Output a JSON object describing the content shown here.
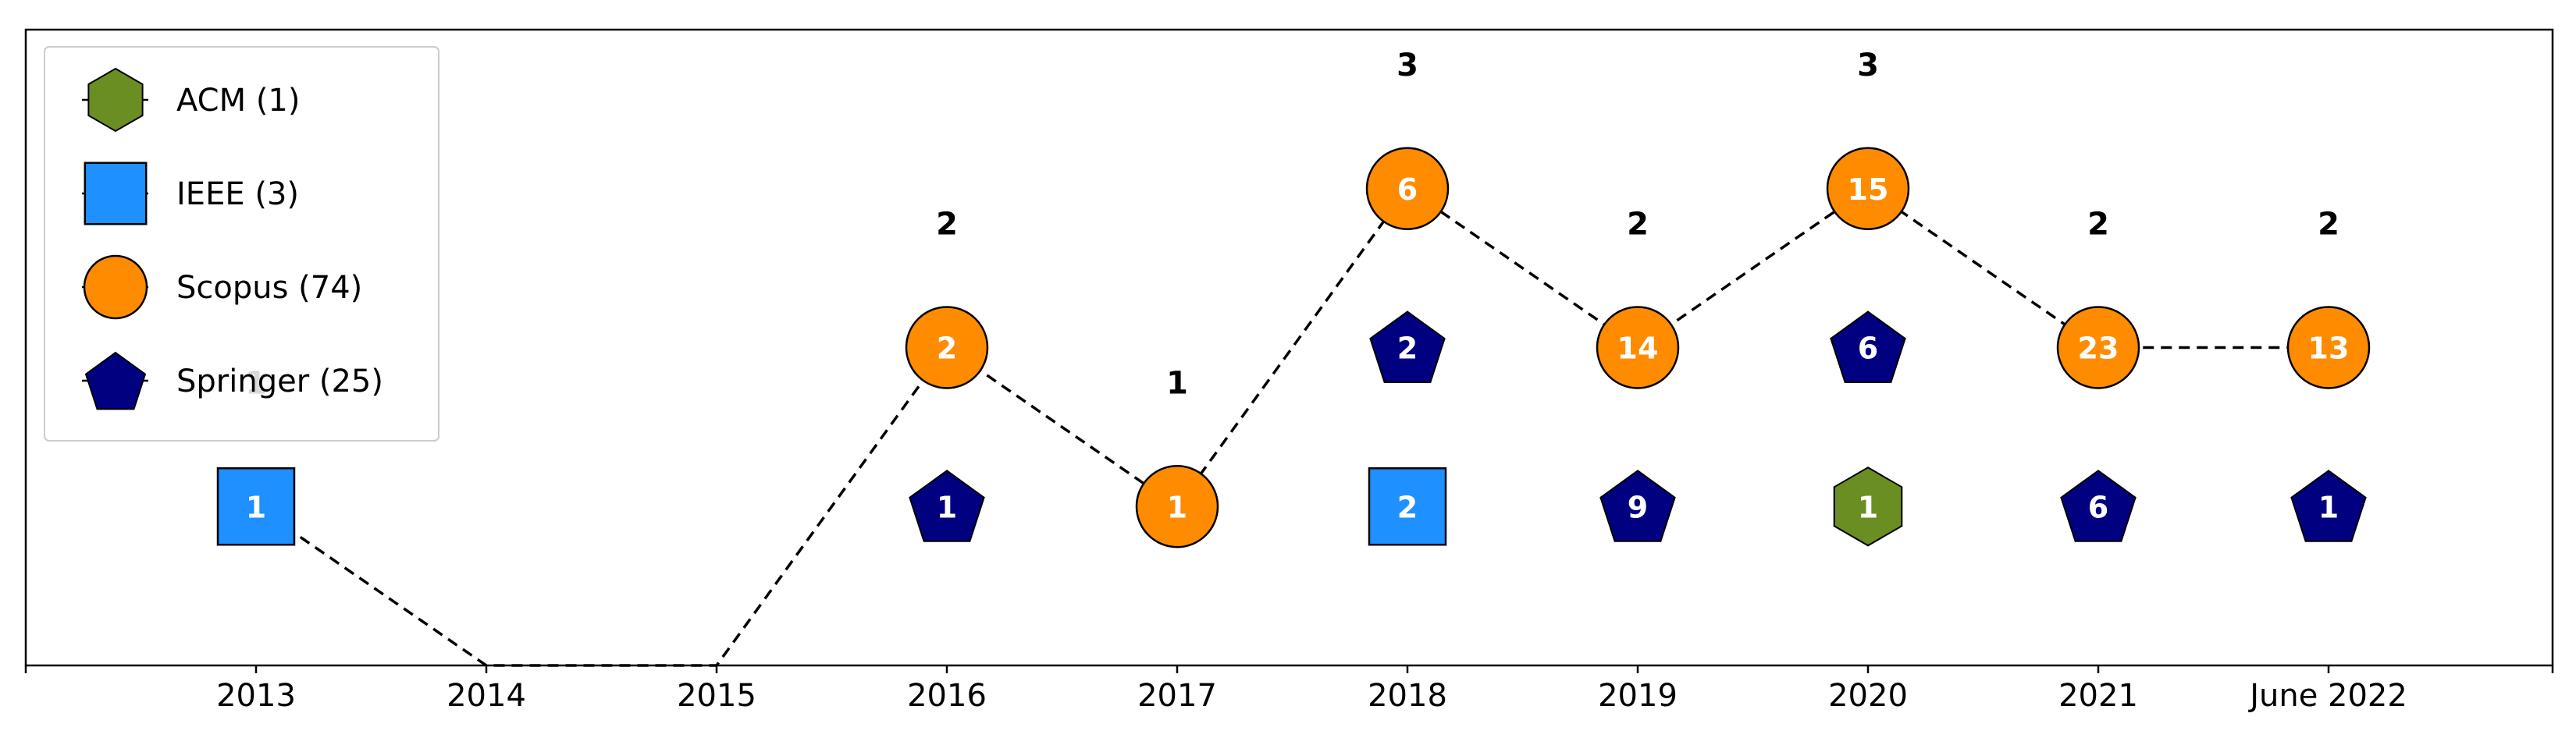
{
  "chart_data": {
    "type": "scatter",
    "categories": [
      "2013",
      "2014",
      "2015",
      "2016",
      "2017",
      "2018",
      "2019",
      "2020",
      "2021",
      "June 2022"
    ],
    "ylim": [
      0,
      4
    ],
    "grid": false,
    "legend_placement": "top-left",
    "total_sources_per_year": [
      1,
      0,
      0,
      2,
      1,
      3,
      2,
      3,
      2,
      2
    ],
    "series": [
      {
        "name": "ACM (1)",
        "marker": "hexagon",
        "color": "#6B8E23",
        "points": [
          {
            "x": "2020",
            "y": 1,
            "label": "1"
          }
        ]
      },
      {
        "name": "IEEE (3)",
        "marker": "square",
        "color": "#1E90FF",
        "points": [
          {
            "x": "2013",
            "y": 1,
            "label": "1"
          },
          {
            "x": "2018",
            "y": 1,
            "label": "2"
          }
        ]
      },
      {
        "name": "Scopus (74)",
        "marker": "circle",
        "color": "#FF8C00",
        "points": [
          {
            "x": "2016",
            "y": 2,
            "label": "2"
          },
          {
            "x": "2017",
            "y": 1,
            "label": "1"
          },
          {
            "x": "2018",
            "y": 3,
            "label": "6"
          },
          {
            "x": "2019",
            "y": 2,
            "label": "14"
          },
          {
            "x": "2020",
            "y": 3,
            "label": "15"
          },
          {
            "x": "2021",
            "y": 2,
            "label": "23"
          },
          {
            "x": "June 2022",
            "y": 2,
            "label": "13"
          }
        ]
      },
      {
        "name": "Springer (25)",
        "marker": "pentagon",
        "color": "#000080",
        "points": [
          {
            "x": "2016",
            "y": 1,
            "label": "1"
          },
          {
            "x": "2018",
            "y": 2,
            "label": "2"
          },
          {
            "x": "2019",
            "y": 1,
            "label": "9"
          },
          {
            "x": "2020",
            "y": 2,
            "label": "6"
          },
          {
            "x": "2021",
            "y": 1,
            "label": "6"
          },
          {
            "x": "June 2022",
            "y": 1,
            "label": "1"
          }
        ]
      }
    ]
  }
}
